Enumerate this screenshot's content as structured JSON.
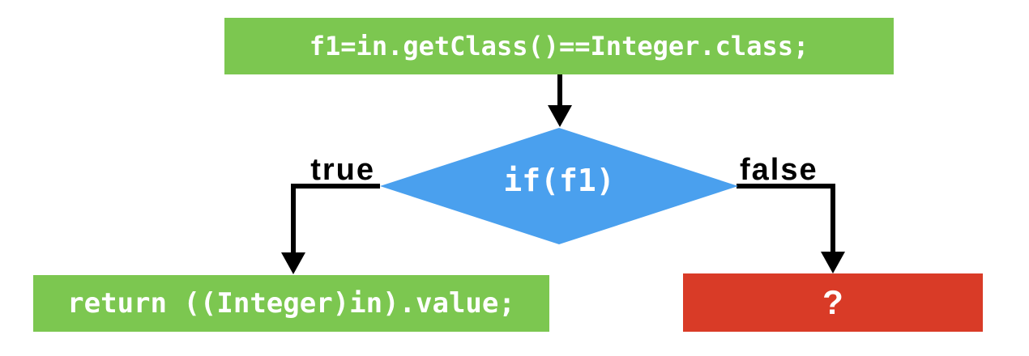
{
  "flowchart": {
    "nodes": {
      "assign": {
        "code": "f1=in.getClass()==Integer.class;",
        "type": "process",
        "color": "#7CC750",
        "text_color": "#FFFFFF"
      },
      "decision": {
        "code": "if(f1)",
        "type": "decision",
        "color": "#4AA0EE",
        "text_color": "#FFFFFF"
      },
      "true_branch": {
        "code": "return ((Integer)in).value;",
        "type": "process",
        "color": "#7CC750",
        "text_color": "#FFFFFF"
      },
      "false_branch": {
        "code": "?",
        "type": "unknown",
        "color": "#D93B27",
        "text_color": "#FFFFFF"
      }
    },
    "edges": {
      "true_label": "true",
      "false_label": "false",
      "arrow_color": "#000000"
    },
    "background": "#FFFFFF"
  }
}
